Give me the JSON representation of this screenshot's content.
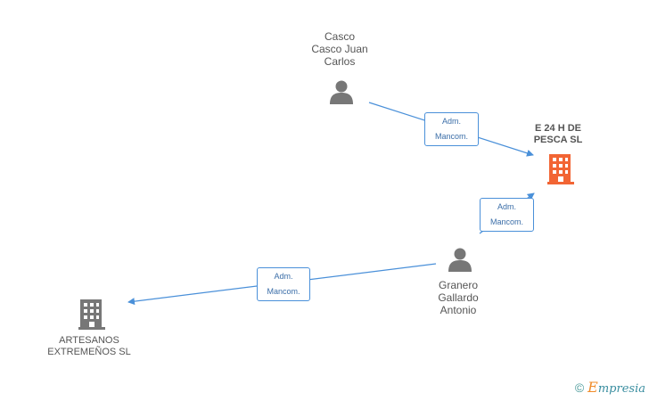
{
  "nodes": {
    "casco": {
      "label_lines": [
        "Casco",
        "Casco Juan",
        "Carlos"
      ]
    },
    "e24": {
      "label_lines": [
        "E 24 H DE",
        "PESCA SL"
      ]
    },
    "granero": {
      "label_lines": [
        "Granero",
        "Gallardo",
        "Antonio"
      ]
    },
    "artesanos": {
      "label_lines": [
        "ARTESANOS",
        "EXTREMEÑOS SL"
      ]
    }
  },
  "edges": [
    {
      "label_lines": [
        "Adm.",
        "Mancom."
      ]
    },
    {
      "label_lines": [
        "Adm.",
        "Mancom."
      ]
    },
    {
      "label_lines": [
        "Adm.",
        "Mancom."
      ]
    }
  ],
  "colors": {
    "edge": "#4a90d9",
    "person_icon": "#777777",
    "company_icon": "#777777",
    "main_company_icon": "#f26534"
  },
  "footer": {
    "copyright": "©",
    "brand_initial": "E",
    "brand_rest": "mpresia"
  }
}
